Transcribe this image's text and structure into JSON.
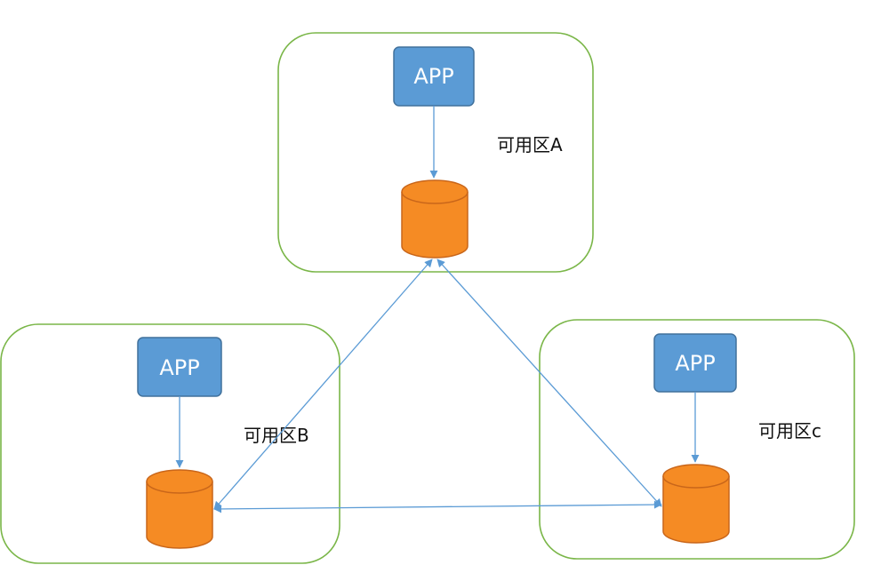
{
  "zones": [
    {
      "id": "a",
      "label": "可用区A",
      "app_label": "APP"
    },
    {
      "id": "b",
      "label": "可用区B",
      "app_label": "APP"
    },
    {
      "id": "c",
      "label": "可用区c",
      "app_label": "APP"
    }
  ],
  "colors": {
    "zone_border": "#7ab648",
    "app_fill": "#5b9bd5",
    "db_fill": "#f58b24",
    "arrow": "#5b9bd5"
  }
}
